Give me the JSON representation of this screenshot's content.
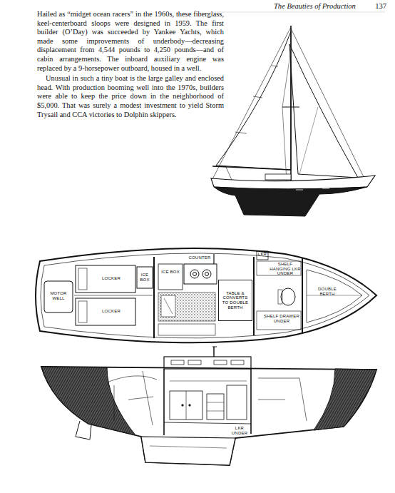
{
  "diagram": {
    "nodes": [
      {
        "text": [
          "TABLE & CONVERTS TO DOUBLE BERTH"
        ]
      }
    ],
    "labels": [
      "The Beauties of Production",
      "137",
      "Hailed as “midget ocean racers” in the 1960s, these fiberglass, keel-centerboard sloops were designed in 1959. The first builder (O’Day) was succeeded by Yankee Yachts, which made some improvements of underbody—decreasing displacement from 4,544 pounds to 4,250 pounds—and of cabin arrangements. The inboard auxiliary engine was replaced by a 9-horsepower outboard, housed in a well.",
      "Unusual in such a tiny boat is the large galley and enclosed head. With production booming well into the 1970s, builders were able to keep the price down in the neighborhood of $5,000. That was surely a modest investment to yield Storm Trysail and CCA victories to Dolphin skippers.",
      "COUNTER",
      "LKR",
      "SHELF HANGING LKR UNDER",
      "LOCKER",
      "ICE BOX",
      "ICE BOX",
      "MOTOR WELL",
      "LOCKER",
      "SHELF DRAWER UNDER",
      "DOUBLE BERTH",
      "LKR UNDER"
    ]
  }
}
